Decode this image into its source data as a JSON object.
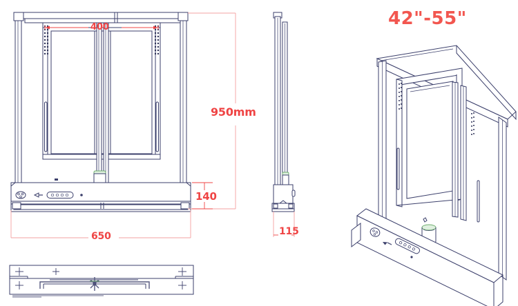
{
  "drawing": {
    "title": "TV Lift Mechanism Technical Drawing",
    "units": "mm",
    "background_color": "#ffffff",
    "line_color": "#3b3f6b",
    "dimension_color": "#ef4444",
    "accent_color": "#f2564f",
    "highlight_color": "#7bbd7b"
  },
  "views": {
    "front": {
      "name": "front-elevation-view",
      "dimensions": {
        "total_height": "950mm",
        "vesa_width": "400",
        "base_width": "650",
        "base_height": "140"
      }
    },
    "side": {
      "name": "side-elevation-view",
      "dimensions": {
        "depth": "115"
      }
    },
    "isometric": {
      "name": "isometric-3d-view",
      "screen_size_label": "42\"-55\""
    },
    "plan": {
      "name": "top-plan-view"
    }
  },
  "labels": {
    "height_950": "950mm",
    "width_400": "400",
    "width_650": "650",
    "height_140": "140",
    "depth_115": "115",
    "screen_size": "42\"-55\""
  },
  "control_panel": {
    "power_socket": "power-socket-icon",
    "connector": "connector-port-icon",
    "button_row": "button-row-icon",
    "indicator_led": "indicator-led-icon"
  }
}
